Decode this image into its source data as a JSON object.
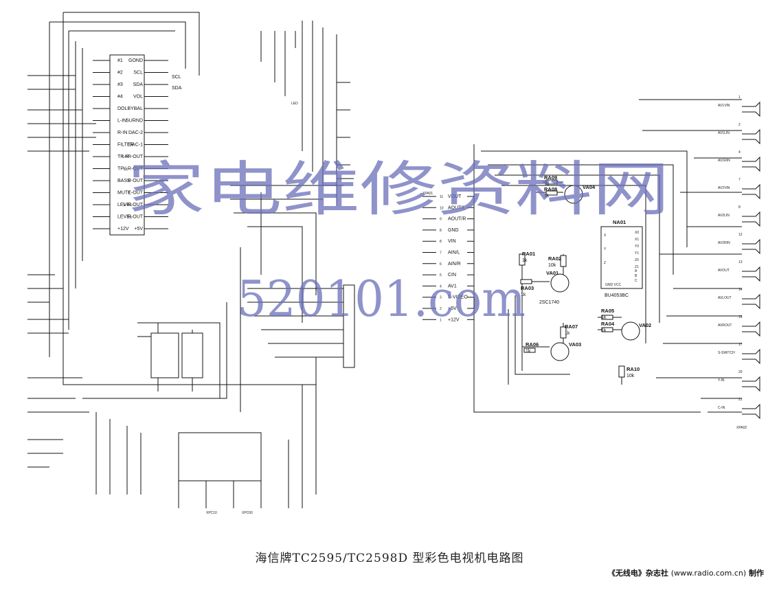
{
  "caption": "海信牌TC2595/TC2598D 型彩色电视机电路图",
  "credit": {
    "magazine": "《无线电》杂志社",
    "url": "(www.radio.com.cn)",
    "suffix": "制作"
  },
  "watermark": {
    "cn": "家电维修资料网",
    "num": "520101.com"
  },
  "left_ic": {
    "pins_left": [
      "#1",
      "#2",
      "#3",
      "#4",
      "DOLBY",
      "L-IN",
      "R-IN",
      "FILTER",
      "TP-R",
      "TP-L",
      "BASS",
      "MUTE",
      "LEVEL",
      "LEVEL",
      "+12V"
    ],
    "pins_right": [
      "GOND",
      "SCL",
      "SDA",
      "VOL",
      "BAL",
      "SURND",
      "DAC-2",
      "DAC-1",
      "L+R-OUT",
      "L-R-OUT",
      "R-OUT",
      "L-OUT",
      "L-R-OUT",
      "R-OUT",
      "+5V"
    ],
    "sda_label": "SDA",
    "scl_label": "SCL"
  },
  "right_board": {
    "connector_in": "XPA01",
    "connector_out": "XPA02",
    "left_pins": [
      {
        "num": "11",
        "name": "VOUT"
      },
      {
        "num": "10",
        "name": "AOUT/L"
      },
      {
        "num": "9",
        "name": "AOUT/R"
      },
      {
        "num": "8",
        "name": "GND"
      },
      {
        "num": "8",
        "name": "VIN"
      },
      {
        "num": "7",
        "name": "AIN/L"
      },
      {
        "num": "6",
        "name": "AIN/R"
      },
      {
        "num": "5",
        "name": "CIN"
      },
      {
        "num": "4",
        "name": "AV1"
      },
      {
        "num": "3",
        "name": "S-VIDEO"
      },
      {
        "num": "2",
        "name": "+5V"
      },
      {
        "num": "1",
        "name": "+12V"
      }
    ],
    "right_pins": [
      {
        "num": "1",
        "name": "AV1VIN"
      },
      {
        "num": "2",
        "name": "AV1LIN"
      },
      {
        "num": "4",
        "name": "AV1RIN"
      },
      {
        "num": "7",
        "name": "AV2VIN"
      },
      {
        "num": "8",
        "name": "AV2LIN"
      },
      {
        "num": "12",
        "name": "AV2RIN"
      },
      {
        "num": "13",
        "name": "AVOUT"
      },
      {
        "num": "14",
        "name": "AVLOUT"
      },
      {
        "num": "15",
        "name": "AVROUT"
      },
      {
        "num": "17",
        "name": "S-SWITCH"
      },
      {
        "num": "20",
        "name": "Y-IN"
      },
      {
        "num": "21",
        "name": "C-IN"
      }
    ],
    "ic": {
      "ref": "NA01",
      "part": "BU4053BC",
      "pins_left": [
        "X",
        "Y",
        "Z"
      ],
      "pins_right": [
        "X0",
        "X1",
        "Y0",
        "Y1",
        "Z0",
        "Z1"
      ],
      "bottom": "GND VCC",
      "abc": [
        "A",
        "B",
        "C"
      ]
    },
    "components": [
      {
        "ref": "RA09",
        "val": "1k"
      },
      {
        "ref": "RA08",
        "val": "1k"
      },
      {
        "ref": "VA04",
        "val": ""
      },
      {
        "ref": "RA01",
        "val": "1k"
      },
      {
        "ref": "RA02",
        "val": "10k"
      },
      {
        "ref": "RA03",
        "val": "1k"
      },
      {
        "ref": "VA01",
        "val": "2SC1740"
      },
      {
        "ref": "RA05",
        "val": "1k"
      },
      {
        "ref": "RA07",
        "val": "1k"
      },
      {
        "ref": "VA02",
        "val": ""
      },
      {
        "ref": "RA04",
        "val": "1k"
      },
      {
        "ref": "RA06",
        "val": "1k"
      },
      {
        "ref": "VA03",
        "val": ""
      },
      {
        "ref": "RA10",
        "val": "10k"
      }
    ]
  },
  "misc_labels": {
    "led": "LED",
    "xpc10": "XPC10",
    "xpc60": "XPC60"
  }
}
